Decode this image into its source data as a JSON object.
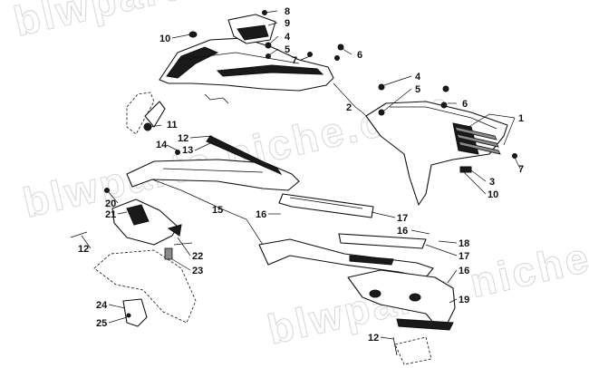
{
  "watermark": {
    "line1": "blwparts niche.com",
    "line2": "blwparts niche.com",
    "line3": "blwparts niche.com"
  },
  "callouts": [
    {
      "id": "c8",
      "label": "8"
    },
    {
      "id": "c9",
      "label": "9"
    },
    {
      "id": "c10a",
      "label": "10"
    },
    {
      "id": "c4a",
      "label": "4"
    },
    {
      "id": "c5a",
      "label": "5"
    },
    {
      "id": "c6a",
      "label": "6"
    },
    {
      "id": "c7a",
      "label": "7"
    },
    {
      "id": "c4b",
      "label": "4"
    },
    {
      "id": "c5b",
      "label": "5"
    },
    {
      "id": "c6b",
      "label": "6"
    },
    {
      "id": "c1",
      "label": "1"
    },
    {
      "id": "c2",
      "label": "2"
    },
    {
      "id": "c11",
      "label": "11"
    },
    {
      "id": "c12a",
      "label": "12"
    },
    {
      "id": "c14",
      "label": "14"
    },
    {
      "id": "c13",
      "label": "13"
    },
    {
      "id": "c7b",
      "label": "7"
    },
    {
      "id": "c3",
      "label": "3"
    },
    {
      "id": "c10b",
      "label": "10"
    },
    {
      "id": "c20",
      "label": "20"
    },
    {
      "id": "c21",
      "label": "21"
    },
    {
      "id": "c15",
      "label": "15"
    },
    {
      "id": "c16a",
      "label": "16"
    },
    {
      "id": "c17a",
      "label": "17"
    },
    {
      "id": "c16b",
      "label": "16"
    },
    {
      "id": "c18",
      "label": "18"
    },
    {
      "id": "c17b",
      "label": "17"
    },
    {
      "id": "c16c",
      "label": "16"
    },
    {
      "id": "c12b",
      "label": "12"
    },
    {
      "id": "c22",
      "label": "22"
    },
    {
      "id": "c23",
      "label": "23"
    },
    {
      "id": "c19",
      "label": "19"
    },
    {
      "id": "c24",
      "label": "24"
    },
    {
      "id": "c25",
      "label": "25"
    },
    {
      "id": "c12c",
      "label": "12"
    }
  ]
}
